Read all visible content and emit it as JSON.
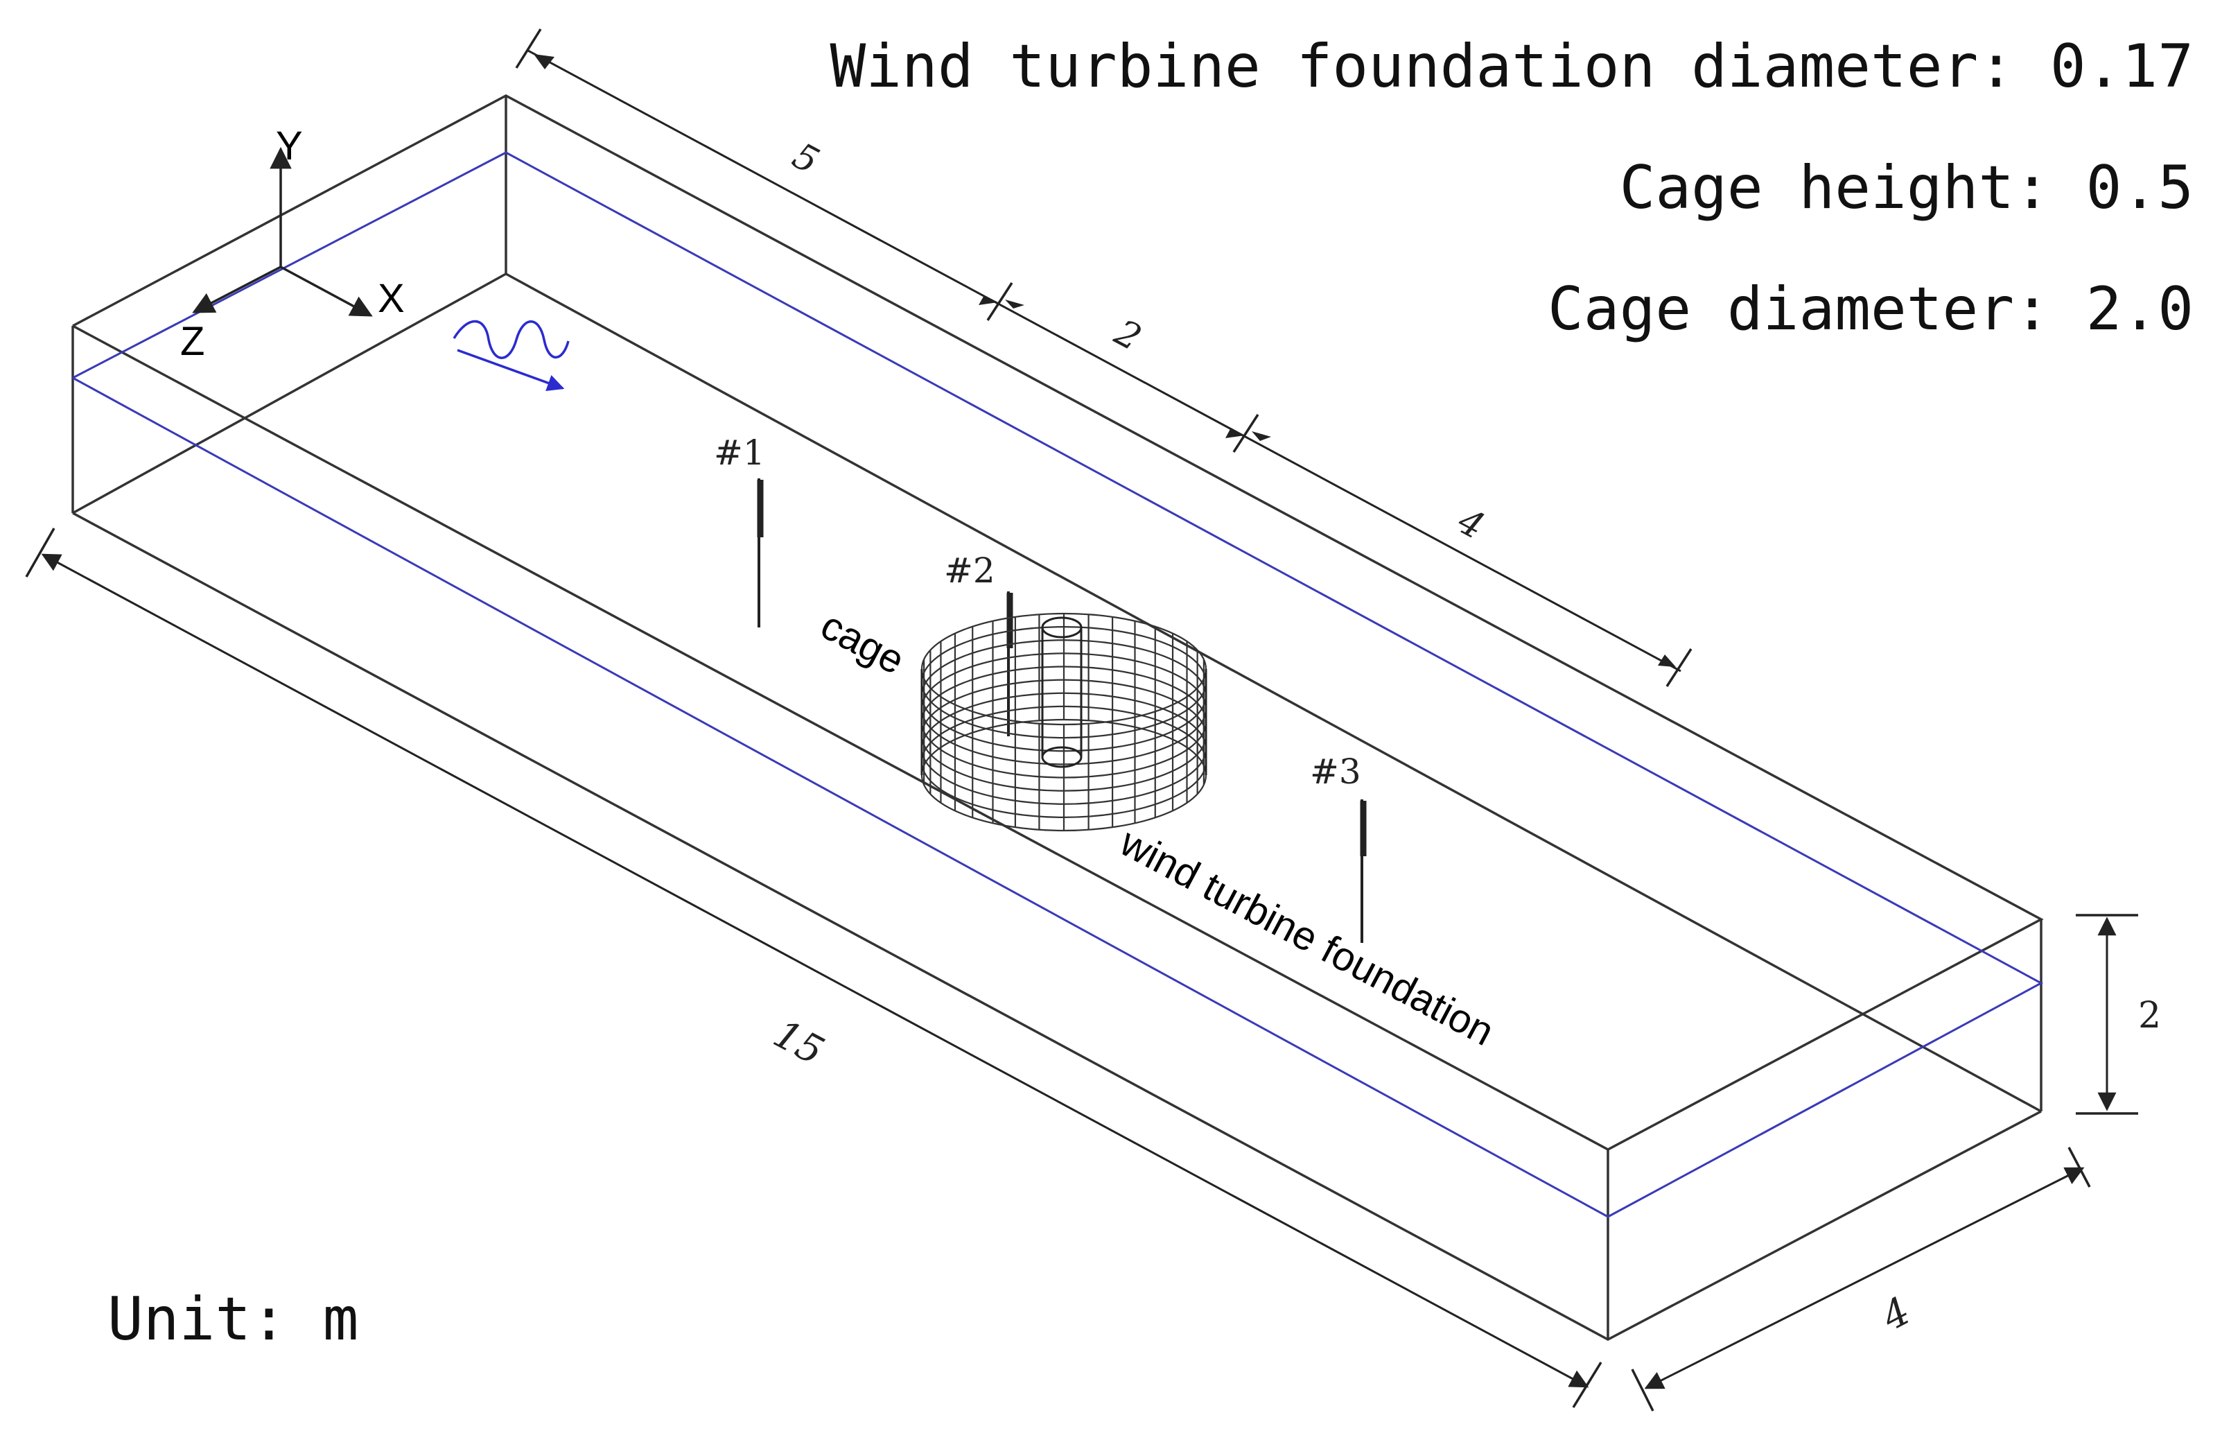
{
  "parameters": {
    "foundation_diameter": "Wind turbine foundation diameter: 0.17",
    "cage_height": "Cage height: 0.5",
    "cage_diameter": "Cage diameter: 2.0"
  },
  "unit_label": "Unit: m",
  "axes": {
    "x": "X",
    "y": "Y",
    "z": "Z"
  },
  "dimensions": {
    "segment_1": "5",
    "segment_2": "2",
    "segment_3": "4",
    "length": "15",
    "width": "4",
    "height": "2"
  },
  "probes": {
    "p1": "#1",
    "p2": "#2",
    "p3": "#3"
  },
  "labels": {
    "cage": "cage",
    "foundation": "wind turbine foundation"
  },
  "colors": {
    "water_line": "#3a3ab8",
    "wave_symbol": "#2b2bd0",
    "edges": "#333333"
  }
}
